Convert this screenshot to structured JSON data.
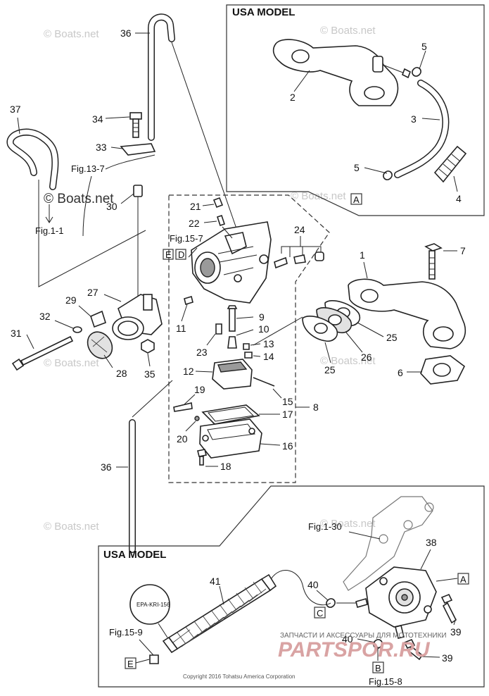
{
  "section_titles": {
    "top": "USA MODEL",
    "bottom": "USA MODEL"
  },
  "part_numbers": {
    "p1": "1",
    "p2": "2",
    "p3": "3",
    "p4": "4",
    "p5a": "5",
    "p5b": "5",
    "p6": "6",
    "p7": "7",
    "p8": "8",
    "p9": "9",
    "p10": "10",
    "p11": "11",
    "p12": "12",
    "p13": "13",
    "p14": "14",
    "p15": "15",
    "p16": "16",
    "p17": "17",
    "p18": "18",
    "p19": "19",
    "p20": "20",
    "p21": "21",
    "p22": "22",
    "p23": "23",
    "p24": "24",
    "p25a": "25",
    "p25b": "25",
    "p26": "26",
    "p27": "27",
    "p28": "28",
    "p29": "29",
    "p30": "30",
    "p31": "31",
    "p32": "32",
    "p33": "33",
    "p34": "34",
    "p35": "35",
    "p36a": "36",
    "p36b": "36",
    "p37": "37",
    "p38": "38",
    "p39a": "39",
    "p39b": "39",
    "p40a": "40",
    "p40b": "40",
    "p41": "41"
  },
  "figure_refs": {
    "fig13_7": "Fig.13-7",
    "fig1_1": "Fig.1-1",
    "fig15_7": "Fig.15-7",
    "fig1_30": "Fig.1-30",
    "fig15_9": "Fig.15-9",
    "fig15_8": "Fig.15-8"
  },
  "callout_letters": {
    "a_top": "A",
    "a_bottom": "A",
    "b": "B",
    "c": "C",
    "d": "D",
    "e_top": "E",
    "e_bottom": "E"
  },
  "hose_stamp": "EPA-KRI-156",
  "watermarks": {
    "w1": "© Boats.net",
    "w2": "© Boats.net",
    "w3": "© Boats.net",
    "w4": "© Boats.net",
    "w5": "© Boats.net",
    "w6": "© Boats.net",
    "w7": "© Boats.net",
    "big": "© Boats.net"
  },
  "shop_text": "ЗАПЧАСТИ И АКСЕССУАРЫ ДЛЯ МОТОТЕХНИКИ",
  "shop_brand": "PARTSPOR.RU",
  "copyright": "Copyright 2016 Tohatsu America Corporation",
  "colors": {
    "line": "#222222",
    "watermark": "#c8c8c8",
    "brand": "#d9a3a3"
  }
}
